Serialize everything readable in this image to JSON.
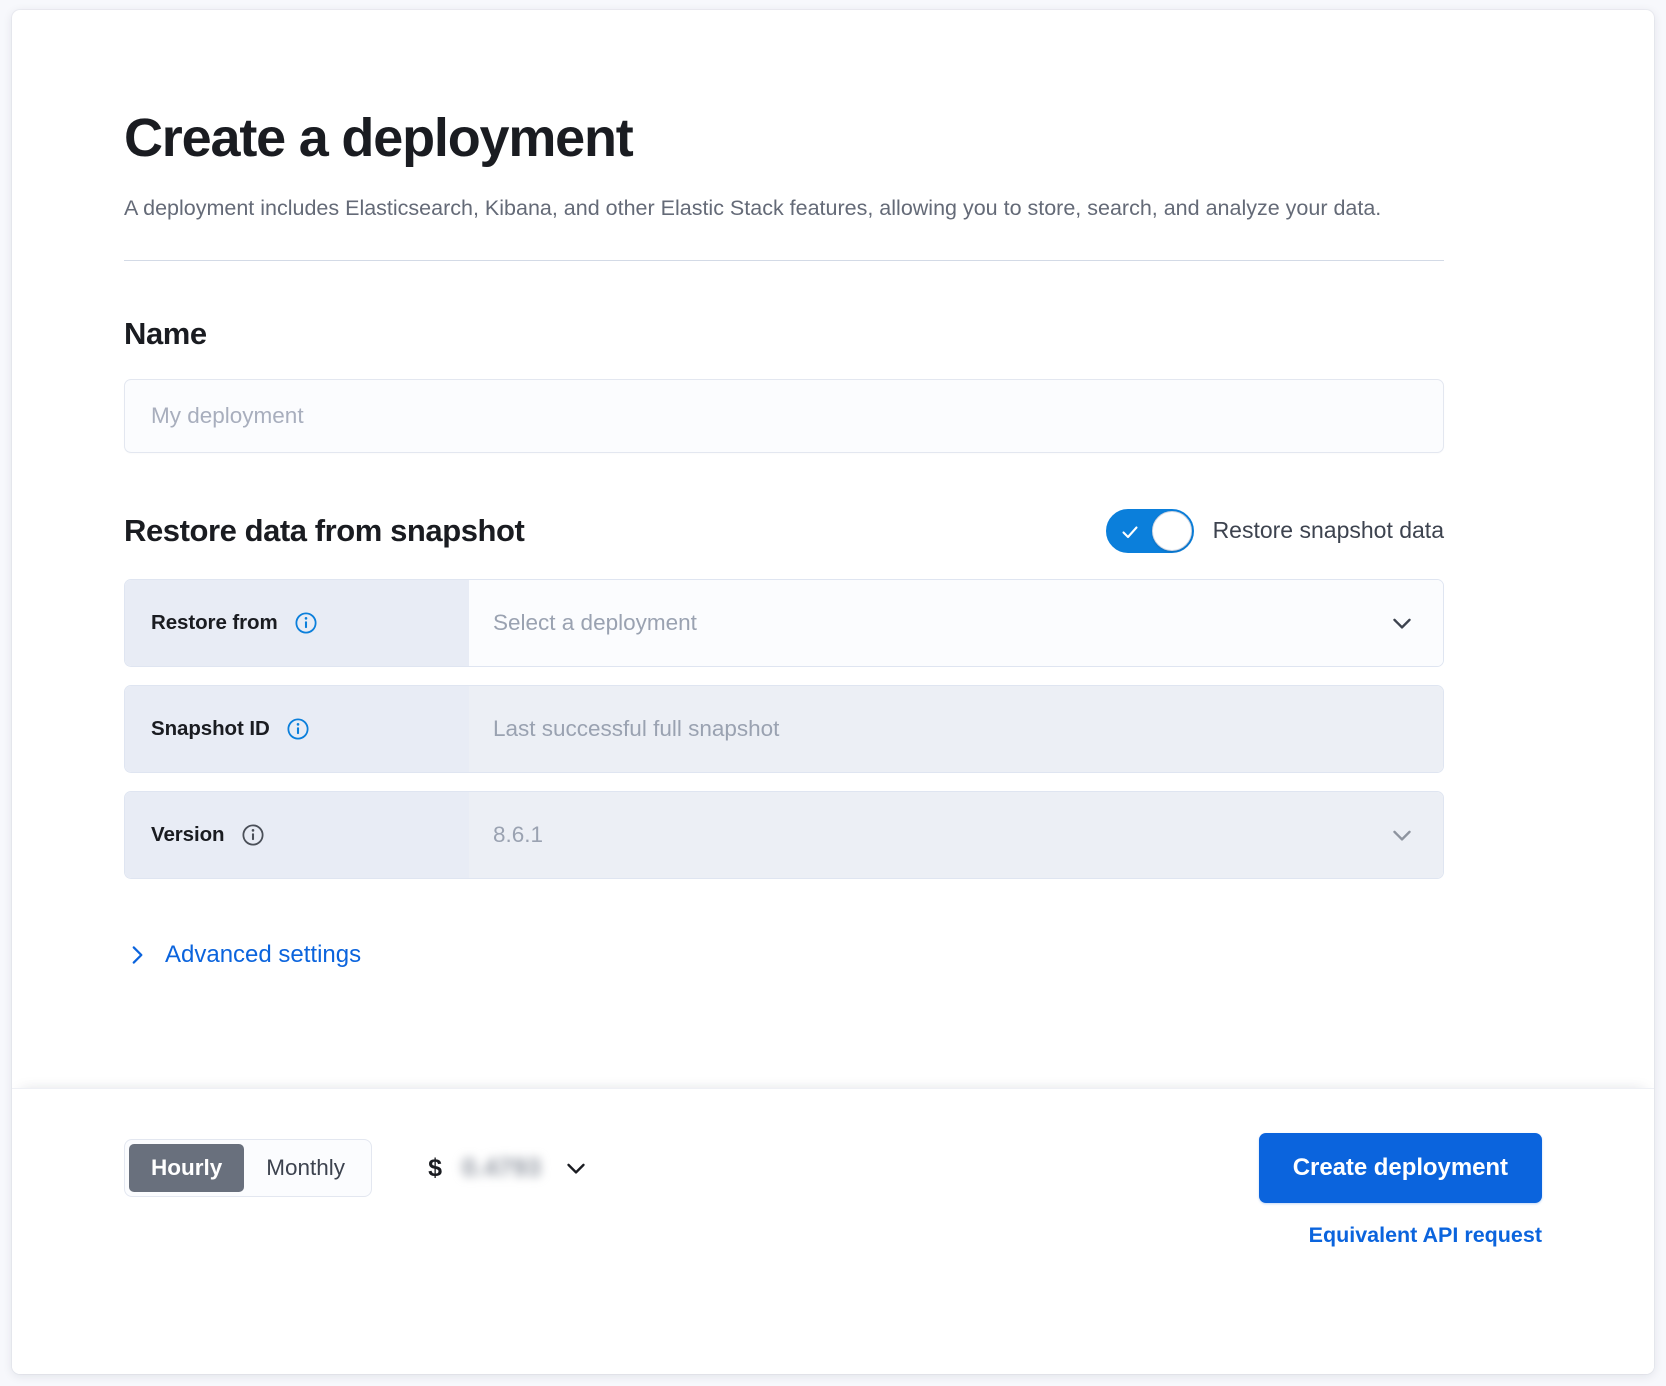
{
  "header": {
    "title": "Create a deployment",
    "subtitle": "A deployment includes Elasticsearch, Kibana, and other Elastic Stack features, allowing you to store, search, and analyze your data."
  },
  "name_section": {
    "heading": "Name",
    "input_placeholder": "My deployment",
    "input_value": ""
  },
  "restore_section": {
    "heading": "Restore data from snapshot",
    "toggle": {
      "label": "Restore snapshot data",
      "checked": true,
      "on_color": "#0b7fdb"
    },
    "rows": [
      {
        "label": "Restore from",
        "info_icon": "info-circle-icon",
        "info_icon_state": "enabled",
        "value": "Select a deployment",
        "value_state": "placeholder",
        "control": "dropdown",
        "disabled": false
      },
      {
        "label": "Snapshot ID",
        "info_icon": "info-circle-icon",
        "info_icon_state": "enabled",
        "value": "Last successful full snapshot",
        "value_state": "placeholder",
        "control": "text",
        "disabled": true
      },
      {
        "label": "Version",
        "info_icon": "info-circle-icon",
        "info_icon_state": "disabled",
        "value": "8.6.1",
        "value_state": "value",
        "control": "dropdown",
        "disabled": true
      }
    ]
  },
  "advanced": {
    "label": "Advanced settings",
    "icon": "chevron-right-icon",
    "expanded": false
  },
  "footer": {
    "billing_toggle": {
      "options": [
        "Hourly",
        "Monthly"
      ],
      "selected": "Hourly"
    },
    "price": {
      "currency_symbol": "$",
      "amount": "0.4793",
      "redacted": true,
      "icon": "chevron-down-icon"
    },
    "create_button": "Create deployment",
    "api_link": "Equivalent API request"
  },
  "colors": {
    "primary": "#0b64dd",
    "toggle_on": "#0b7fdb",
    "text": "#1a1c21",
    "muted_text": "#646a77",
    "placeholder": "#9aa2b1",
    "segment_active_bg": "#69707d",
    "prepend_bg": "#e8ecf5",
    "field_bg": "#fbfcfe",
    "disabled_field_bg": "#eceff5"
  }
}
